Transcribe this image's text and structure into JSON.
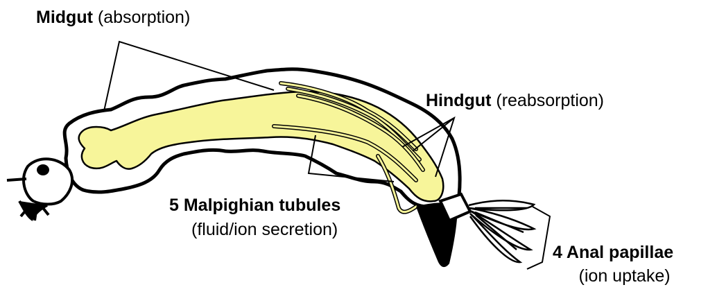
{
  "labels": {
    "midgut": {
      "title": "Midgut",
      "desc": "(absorption)"
    },
    "hindgut": {
      "title": "Hindgut",
      "desc": "(reabsorption)"
    },
    "malpighian": {
      "title": "5 Malpighian tubules",
      "desc": "(fluid/ion secretion)"
    },
    "anal": {
      "title": "4 Anal papillae",
      "desc": "(ion uptake)"
    }
  },
  "colors": {
    "gut_fill": "#f7f59a",
    "outline": "#000000",
    "siphon": "#000000",
    "background": "#ffffff"
  }
}
